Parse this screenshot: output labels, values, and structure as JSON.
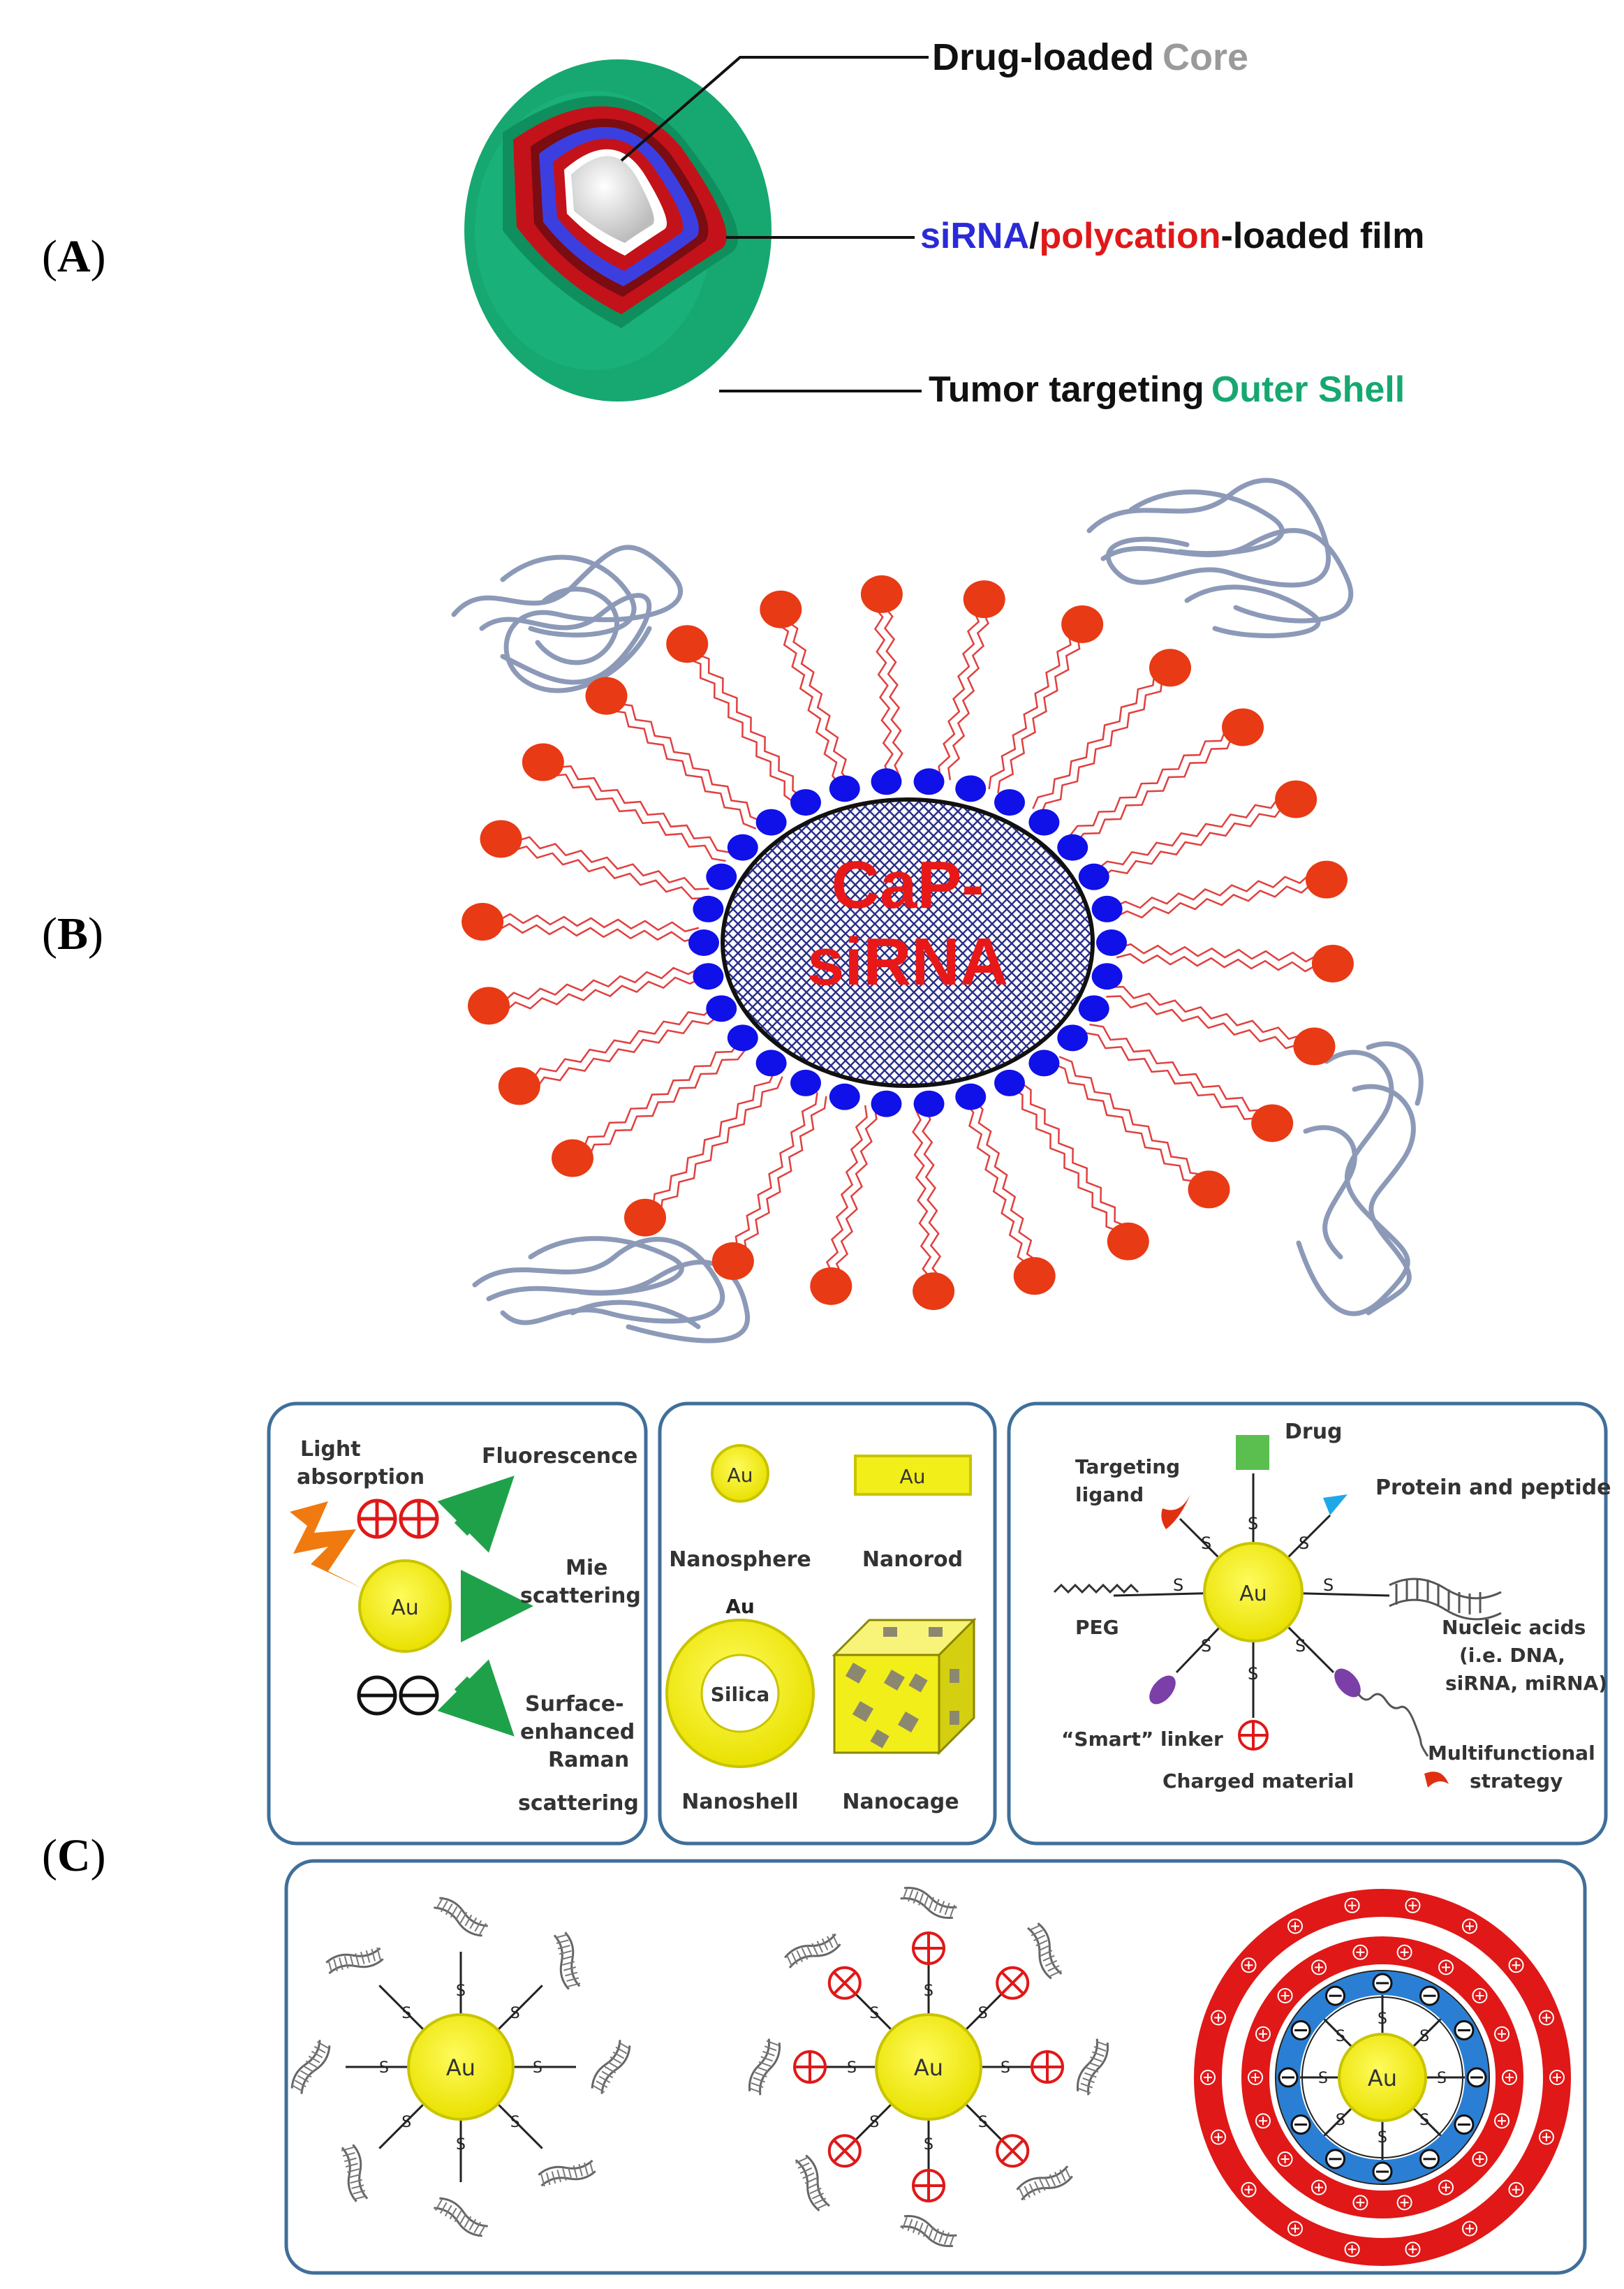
{
  "panels": {
    "a": "A",
    "b": "B",
    "c": "C"
  },
  "panel_a": {
    "core_label_1": "Drug-loaded",
    "core_label_2": "Core",
    "film_label_1": "siRNA",
    "film_label_2": "/",
    "film_label_3": "polycation",
    "film_label_4": "-loaded film",
    "shell_label_1": "Tumor targeting",
    "shell_label_2": "Outer Shell",
    "colors": {
      "shell": "#16a870",
      "film_red": "#c4121a",
      "film_blue": "#3b3fe0",
      "core": "#d9d9d9"
    }
  },
  "panel_b": {
    "core_label_1": "CaP-",
    "core_label_2": "siRNA",
    "colors": {
      "head": "#e83a14",
      "inner_bead": "#1010e8",
      "tail": "#e04040",
      "protein": "#8c9ab8"
    }
  },
  "panel_c": {
    "light_absorption_1": "Light",
    "light_absorption_2": "absorption",
    "au": "Au",
    "fluorescence": "Fluorescence",
    "mie_1": "Mie",
    "mie_2": "scattering",
    "sers_1": "Surface-",
    "sers_2": "enhanced",
    "sers_3": "Raman",
    "sers_4": "scattering",
    "nanosphere": "Nanosphere",
    "nanorod": "Nanorod",
    "silica": "Silica",
    "nanoshell": "Nanoshell",
    "nanocage": "Nanocage",
    "drug": "Drug",
    "targeting_1": "Targeting",
    "targeting_2": "ligand",
    "protein": "Protein and peptide",
    "peg": "PEG",
    "nucleic_1": "Nucleic acids",
    "nucleic_2": "(i.e. DNA,",
    "nucleic_3": "siRNA, miRNA)",
    "smart_linker": "“Smart” linker",
    "charged": "Charged material",
    "multi_1": "Multifunctional",
    "multi_2": "strategy",
    "s": "S",
    "colors": {
      "gold": "#f2ee1a",
      "gold_edge": "#c9c400",
      "arrow": "#1fa14a",
      "bolt": "#f07a10",
      "box": "#3f6f9a",
      "red": "#e01818",
      "blue": "#2a7fd4"
    }
  }
}
